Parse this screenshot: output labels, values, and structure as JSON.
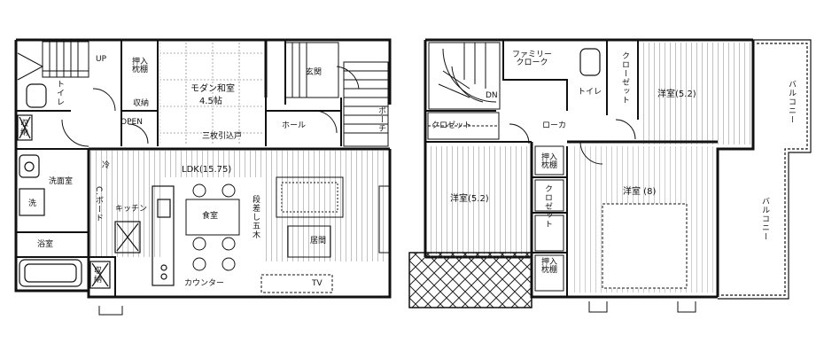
{
  "floor1": {
    "stair_up": "UP",
    "toilet": "トイレ",
    "storage_a": "収納",
    "oshiire_makura": "押入\n枕棚",
    "storage_b": "収納",
    "modern_washitsu": "モダン和室",
    "washitsu_size": "4.5帖",
    "open": "OPEN",
    "sanmai_hikido": "三枚引込戸",
    "genkan": "玄関",
    "hall": "ホール",
    "porch": "ポーチ",
    "ldk": "LDK(15.75)",
    "fridge": "冷",
    "kitchen": "キッチン",
    "c_board": "C.ボード",
    "dining": "食室",
    "stairs_note": "段差し五木",
    "living": "居間",
    "counter": "カウンター",
    "tv": "TV",
    "wash_room": "洗面室",
    "washer": "洗",
    "bath": "浴室",
    "storage_c": "収納",
    "storage_d": "収納"
  },
  "floor2": {
    "stair_dn": "DN",
    "family_closet": "ファミリー\nクローク",
    "toilet": "トイレ",
    "closet_right": "クローゼット",
    "bedroom_ne": "洋室(5.2)",
    "closet_left": "クロゼット",
    "corridor": "ローカ",
    "balcony_upper": "バルコニー",
    "balcony_lower": "バルコニー",
    "bedroom_w": "洋室(5.2)",
    "oshiire_upper": "押入\n枕棚",
    "closet_mid": "クロゼット",
    "bedroom_main": "洋室 (8)",
    "oshiire_lower": "押入\n枕棚"
  }
}
